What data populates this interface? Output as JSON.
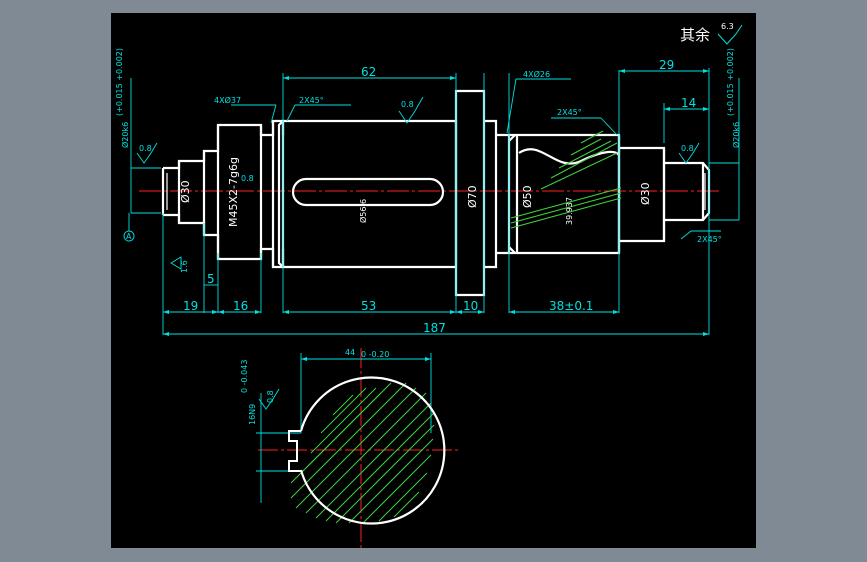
{
  "colors": {
    "outer_background": "#808a94",
    "drawing_background": "#000000",
    "outline": "#ffffff",
    "dimension": "#00e0e0",
    "centerline": "#ff2020",
    "hatch": "#3fd23f"
  },
  "title_note": {
    "text": "其余",
    "roughness": "6.3"
  },
  "dimensions": {
    "length_62": "62",
    "length_29": "29",
    "length_14": "14",
    "length_19": "19",
    "length_16": "16",
    "length_5": "5",
    "length_53": "53",
    "length_10": "10",
    "length_38": "38±0.1",
    "length_187": "187",
    "chamfer_4x37": "4XØ37",
    "chamfer_4x26": "4XØ26",
    "chamfer_2x45_a": "2X45°",
    "chamfer_2x45_b": "2X45°",
    "chamfer_2x45_c": "2X45°",
    "left_fit": "Ø20k6",
    "left_fit_tol": "(+0.015 +0.002)",
    "right_fit": "Ø20k6",
    "right_fit_tol": "(+0.015 +0.002)",
    "thread": "M45X2-7g6g",
    "dia_30_left": "Ø30",
    "dia_56": "Ø56.6",
    "dia_70": "Ø70",
    "dia_50": "Ø50",
    "dia_30_right": "Ø30",
    "gear_dim": "39.937",
    "section_width": "44",
    "section_tol": "0 -0.20",
    "key_width": "16N9",
    "key_tol": "0 -0.043"
  },
  "roughness_marks": [
    "0.8",
    "0.8",
    "0.8",
    "0.8",
    "1.6",
    "0.8"
  ],
  "datum": "A"
}
